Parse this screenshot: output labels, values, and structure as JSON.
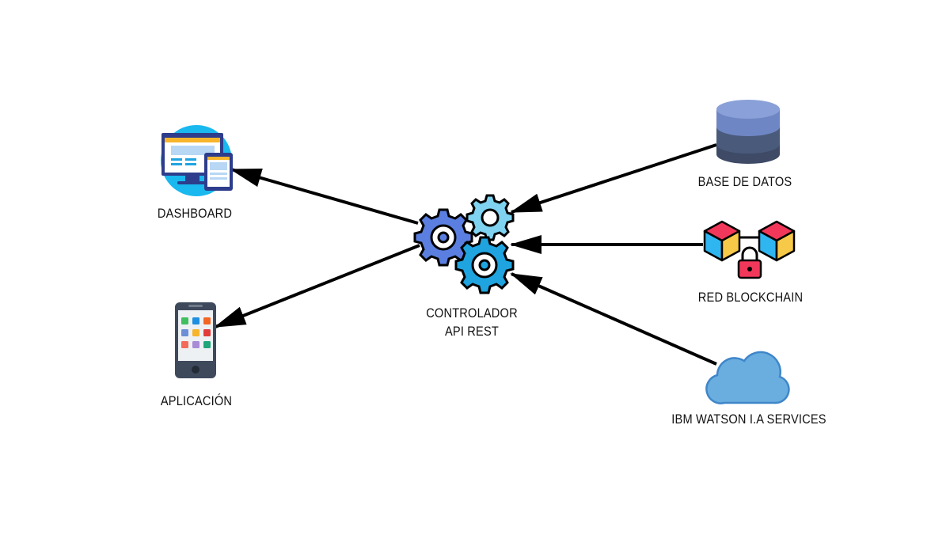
{
  "nodes": {
    "dashboard": {
      "label": "DASHBOARD",
      "icon": "desktop-tablet-icon"
    },
    "aplicacion": {
      "label": "APLICACIÓN",
      "icon": "smartphone-icon"
    },
    "controlador": {
      "label_line1": "CONTROLADOR",
      "label_line2": "API REST",
      "icon": "gears-icon"
    },
    "base_de_datos": {
      "label": "BASE DE DATOS",
      "icon": "database-icon"
    },
    "red_blockchain": {
      "label": "RED BLOCKCHAIN",
      "icon": "blockchain-icon"
    },
    "ibm_watson": {
      "label": "IBM WATSON I.A SERVICES",
      "icon": "cloud-icon"
    }
  },
  "edges": [
    {
      "from": "controlador",
      "to": "dashboard"
    },
    {
      "from": "controlador",
      "to": "aplicacion"
    },
    {
      "from": "base_de_datos",
      "to": "controlador"
    },
    {
      "from": "red_blockchain",
      "to": "controlador"
    },
    {
      "from": "ibm_watson",
      "to": "controlador"
    }
  ],
  "colors": {
    "arrow": "#000000",
    "gear_large": "#5b7fe0",
    "gear_small": "#7fd3f0",
    "gear_blue": "#1fa4e0",
    "db_top": "#8aa0d8",
    "db_body": "#4a5a7a",
    "cloud": "#6aaee0",
    "cube_red": "#f2385a",
    "cube_blue": "#2fb5f0",
    "cube_yellow": "#f7c948"
  }
}
